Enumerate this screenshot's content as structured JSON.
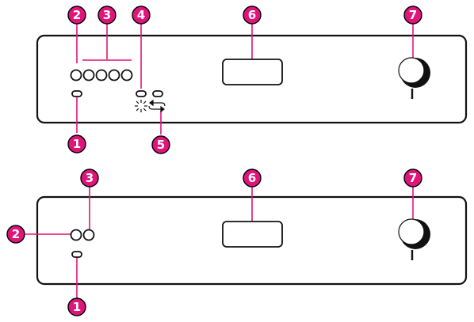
{
  "colors": {
    "callout": "#e0147a",
    "outline": "#111111",
    "background": "#ffffff"
  },
  "panel_top": {
    "callouts": {
      "c1": "1",
      "c2": "2",
      "c3": "3",
      "c4": "4",
      "c5": "5",
      "c6": "6",
      "c7": "7"
    },
    "icons": {
      "c5": "rinse-aid-and-salt-indicator-icons"
    }
  },
  "panel_bottom": {
    "callouts": {
      "c1": "1",
      "c2": "2",
      "c3": "3",
      "c6": "6",
      "c7": "7"
    }
  }
}
